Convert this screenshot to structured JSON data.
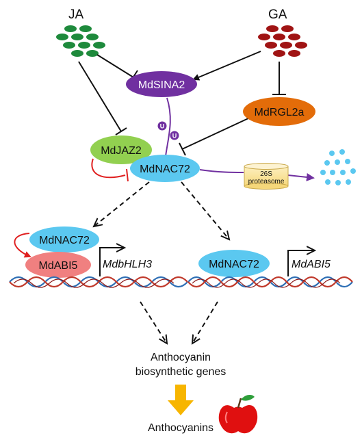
{
  "signals": {
    "ja": "JA",
    "ga": "GA"
  },
  "nodes": {
    "sina2": "MdSINA2",
    "rgl2a": "MdRGL2a",
    "jaz2": "MdJAZ2",
    "nac72_center": "MdNAC72",
    "nac72_left": "MdNAC72",
    "abi5_protein": "MdABI5",
    "nac72_right": "MdNAC72"
  },
  "ubiquitin": "U",
  "proteasome": {
    "line1": "26S",
    "line2": "proteasome"
  },
  "genes": {
    "bhlh3": "MdbHLH3",
    "abi5_gene": "MdABI5"
  },
  "outputs": {
    "biosynthetic_line1": "Anthocyanin",
    "biosynthetic_line2": "biosynthetic genes",
    "anthocyanins": "Anthocyanins"
  },
  "colors": {
    "ja_pellet": "#1e8a3c",
    "ga_pellet": "#a01414",
    "sina2": "#7030a0",
    "rgl2a": "#e36c09",
    "jaz2": "#92d050",
    "nac72": "#5bc8f0",
    "abi5": "#f08080",
    "proteasome": "#fbe7a1",
    "degraded": "#5bc8f0",
    "dna_strand_a": "#c0392b",
    "dna_strand_b": "#2e6fb5",
    "arrow_yellow": "#f7b500",
    "apple": "#e01010"
  },
  "icons": [
    "ja-pellets",
    "ga-pellets",
    "degraded-fragments-icon",
    "apple-icon",
    "dna-helix-icon"
  ]
}
